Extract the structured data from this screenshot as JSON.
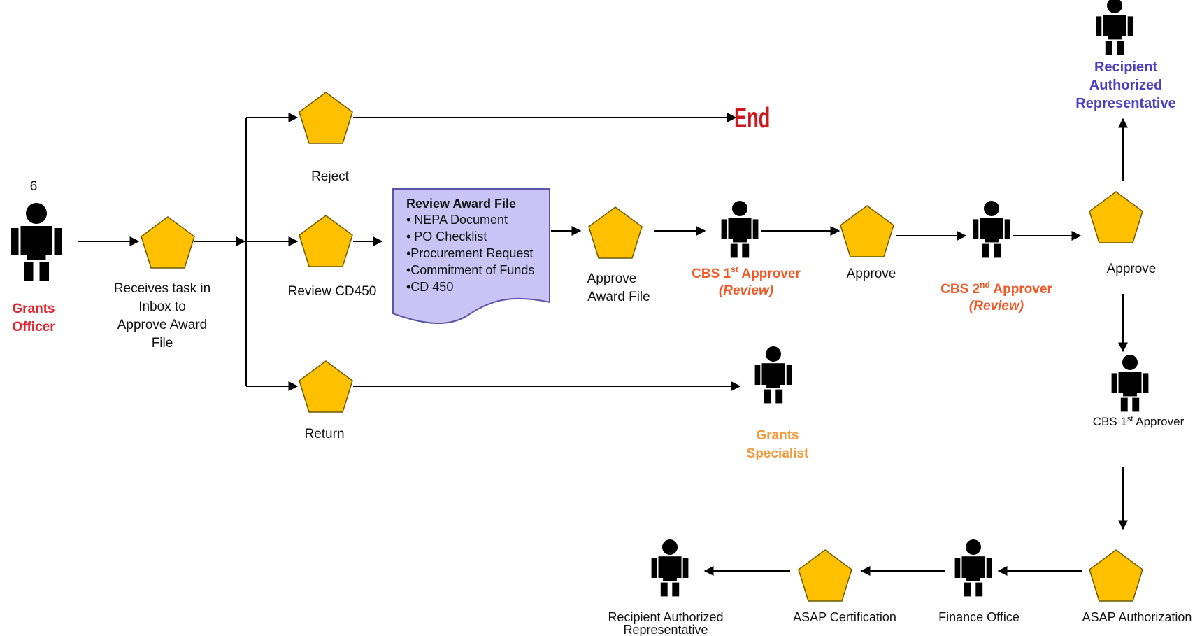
{
  "step_number": "6",
  "roles": {
    "grants_officer": [
      "Grants",
      "Officer"
    ],
    "recipient_rep_top": [
      "Recipient",
      "Authorized",
      "Representative"
    ],
    "cbs1": {
      "prefix": "CBS 1",
      "sup": "st",
      "suffix": " Approver",
      "sub": "(Review)"
    },
    "cbs2": {
      "prefix": "CBS 2",
      "sup": "nd",
      "suffix": " Approver",
      "sub": "(Review)"
    },
    "grants_specialist": [
      "Grants",
      "Specialist"
    ],
    "cbs1_small": {
      "prefix": "CBS 1",
      "sup": "st",
      "suffix": " Approver"
    },
    "finance_office": "Finance Office",
    "recipient_rep_bottom": [
      "Recipient Authorized",
      "Representative"
    ]
  },
  "steps": {
    "receives_task": [
      "Receives task in",
      "Inbox  to",
      "Approve Award",
      "File"
    ],
    "reject": "Reject",
    "review_cd450": "Review CD450",
    "return": "Return",
    "approve_award_file": [
      "Approve",
      "Award File"
    ],
    "approve_1": "Approve",
    "approve_2": "Approve",
    "asap_authorization": "ASAP Authorization",
    "asap_certification": "ASAP Certification"
  },
  "end_label": "End",
  "document": {
    "title": "Review Award File",
    "items": [
      "• NEPA Document",
      "• PO Checklist",
      "•Procurement Request",
      "•Commitment of Funds",
      "•CD 450"
    ]
  },
  "colors": {
    "pentagon_fill": "#FFC000",
    "pentagon_stroke": "#6b5a00",
    "role_red": "#E8202A",
    "role_orange_red": "#F05A28",
    "role_orange": "#F59A3A",
    "role_blue": "#4B3FC4",
    "end_red": "#D0161B",
    "doc_fill": "#C9C4F5",
    "doc_stroke": "#5B55A8"
  }
}
